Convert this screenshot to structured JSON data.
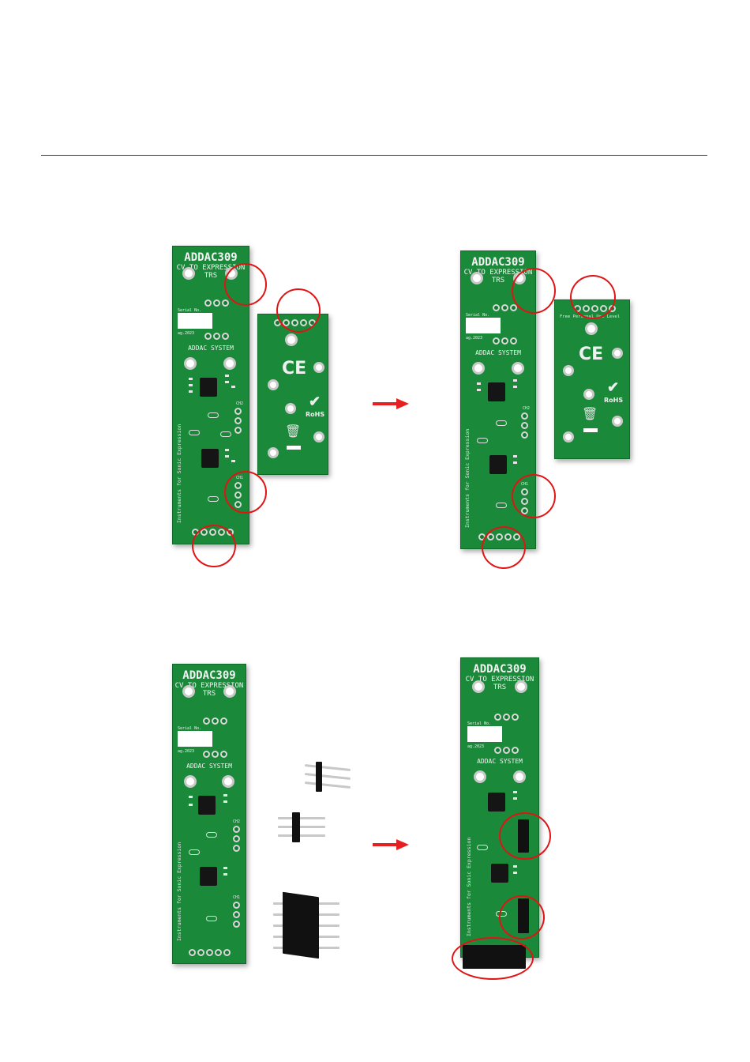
{
  "page": {
    "boards": {
      "title": "ADDAC309",
      "subtitle_line1": "CV TO EXPRESSION",
      "subtitle_line2": "TRS",
      "serial_label": "Serial No.",
      "batch_label": "ag.2023",
      "system_label": "ADDAC SYSTEM",
      "side_label": "Instruments for Sonic Expression",
      "ch2_label": "CH2",
      "ch1_label": "CH1"
    },
    "small_board": {
      "header_text": "Free Personal Use Level",
      "ce_mark": "CE",
      "rohs_mark": "RoHS"
    },
    "colors": {
      "pcb_green": "#1a8a3a",
      "highlight_red": "#e01414",
      "arrow_red": "#e62020"
    }
  }
}
